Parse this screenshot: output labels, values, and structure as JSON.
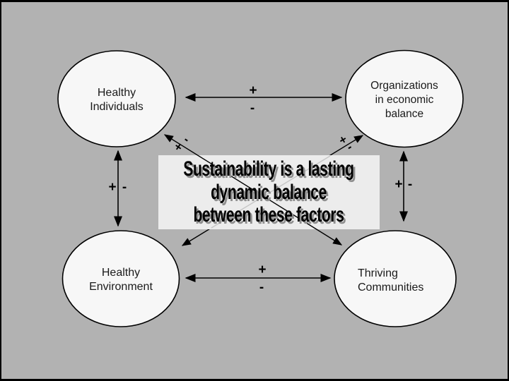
{
  "slide": {
    "frame_color": "#000000",
    "background_color": "#b2b2b2"
  },
  "center_box": {
    "background_color": "#ececec",
    "line1": "Sustainability is a lasting",
    "line2": "dynamic balance",
    "line3": "between these factors"
  },
  "nodes": {
    "healthy_individuals": {
      "line1": "Healthy",
      "line2": "Individuals"
    },
    "organizations": {
      "line1": "Organizations",
      "line2": "in economic",
      "line3": "balance"
    },
    "healthy_environment": {
      "line1": "Healthy",
      "line2": "Environment"
    },
    "thriving_communities": {
      "line1": "Thriving",
      "line2": "Communities"
    }
  },
  "edges": {
    "top": {
      "plus": "+",
      "minus": "-"
    },
    "bottom": {
      "plus": "+",
      "minus": "-"
    },
    "left": {
      "plus": "+",
      "minus": "-"
    },
    "right": {
      "plus": "+",
      "minus": "-"
    },
    "diagonal_down": {
      "plus": "+",
      "minus": "-"
    },
    "diagonal_up": {
      "plus": "+",
      "minus": "-"
    }
  }
}
